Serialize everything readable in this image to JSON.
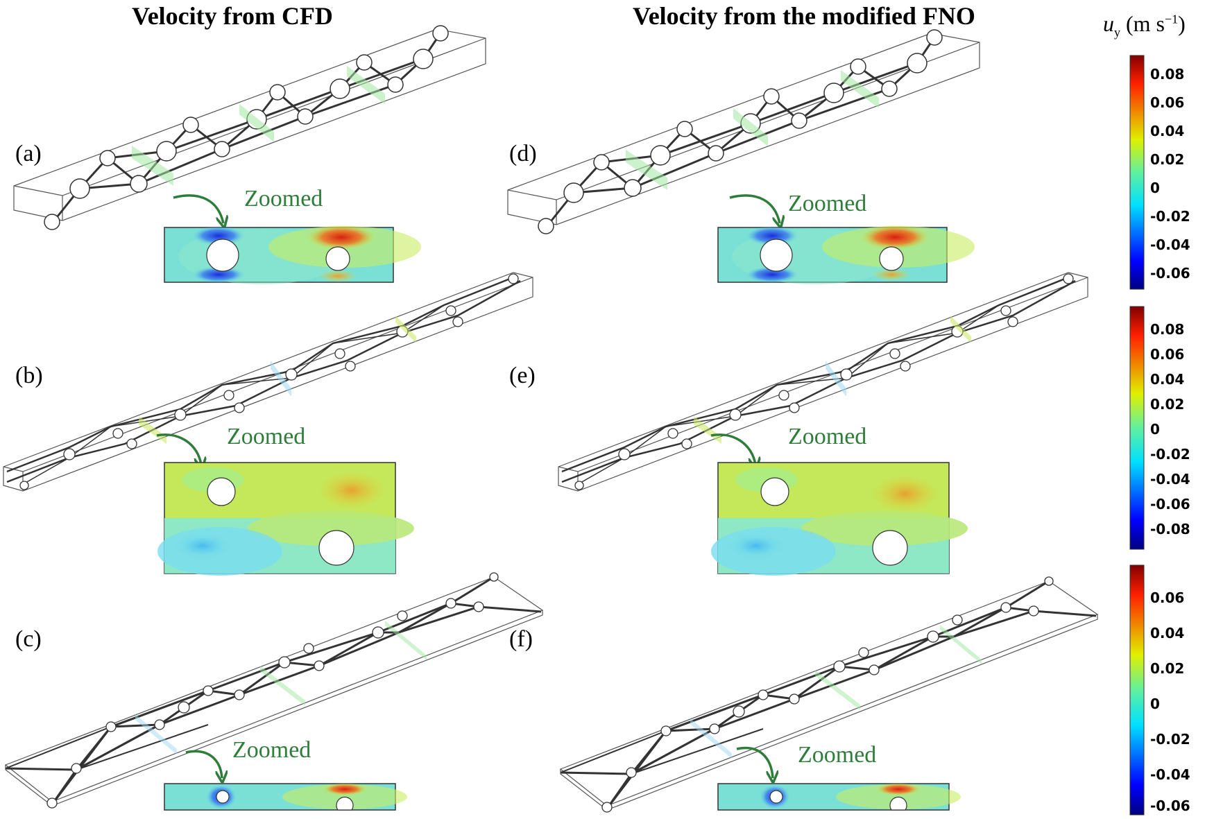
{
  "titles": {
    "left": "Velocity from CFD",
    "right": "Velocity from the modified FNO"
  },
  "panels": {
    "a": "(a)",
    "b": "(b)",
    "c": "(c)",
    "d": "(d)",
    "e": "(e)",
    "f": "(f)"
  },
  "zoom_label": "Zoomed",
  "colorbar": {
    "symbol": "u",
    "subscript": "y",
    "unit_open": "(m s",
    "unit_sup": "−1",
    "unit_close": ")",
    "colormap": "jet",
    "bars": [
      {
        "ticks": [
          "0.08",
          "0.06",
          "0.04",
          "0.02",
          "0",
          "-0.02",
          "-0.04",
          "-0.06"
        ]
      },
      {
        "ticks": [
          "0.08",
          "0.06",
          "0.04",
          "0.02",
          "0",
          "-0.02",
          "-0.04",
          "-0.06",
          "-0.08"
        ]
      },
      {
        "ticks": [
          "0.06",
          "0.04",
          "0.02",
          "0",
          "-0.02",
          "-0.04",
          "-0.06"
        ]
      }
    ]
  },
  "colors": {
    "arrow": "#2e7d3a",
    "lattice": "#333333"
  }
}
